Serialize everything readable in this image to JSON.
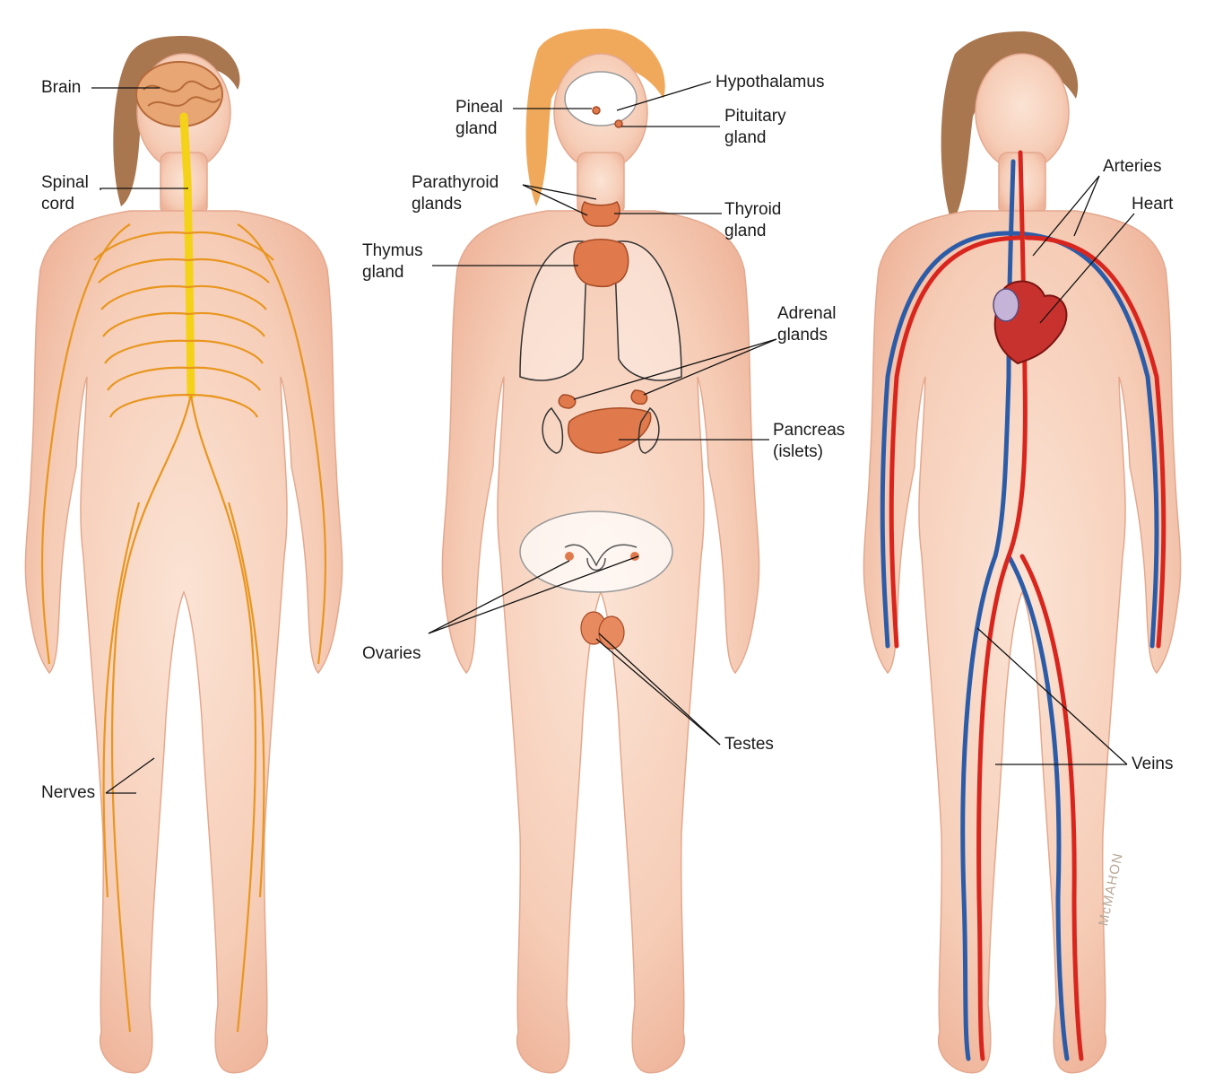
{
  "nervous": {
    "brain": "Brain",
    "spinal_cord": [
      "Spinal",
      "cord"
    ],
    "nerves": "Nerves"
  },
  "endocrine": {
    "hypothalamus": "Hypothalamus",
    "pineal": [
      "Pineal",
      "gland"
    ],
    "pituitary": [
      "Pituitary",
      "gland"
    ],
    "parathyroid": [
      "Parathyroid",
      "glands"
    ],
    "thyroid": [
      "Thyroid",
      "gland"
    ],
    "thymus": [
      "Thymus",
      "gland"
    ],
    "adrenal": [
      "Adrenal",
      "glands"
    ],
    "pancreas": [
      "Pancreas",
      "(islets)"
    ],
    "ovaries": "Ovaries",
    "testes": "Testes"
  },
  "circulatory": {
    "arteries": "Arteries",
    "heart": "Heart",
    "veins": "Veins"
  },
  "artist_signature": "McMAHON",
  "colors": {
    "skin": "#f6d2bf",
    "skin_shadow": "#e9ad94",
    "nerve": "#e8961f",
    "spinal_cord": "#f5d21a",
    "brain": "#e7a673",
    "hair_left": "#a8764f",
    "hair_middle": "#f0a95a",
    "gland": "#e07a4c",
    "artery": "#d8261e",
    "vein": "#2c5ca8"
  }
}
